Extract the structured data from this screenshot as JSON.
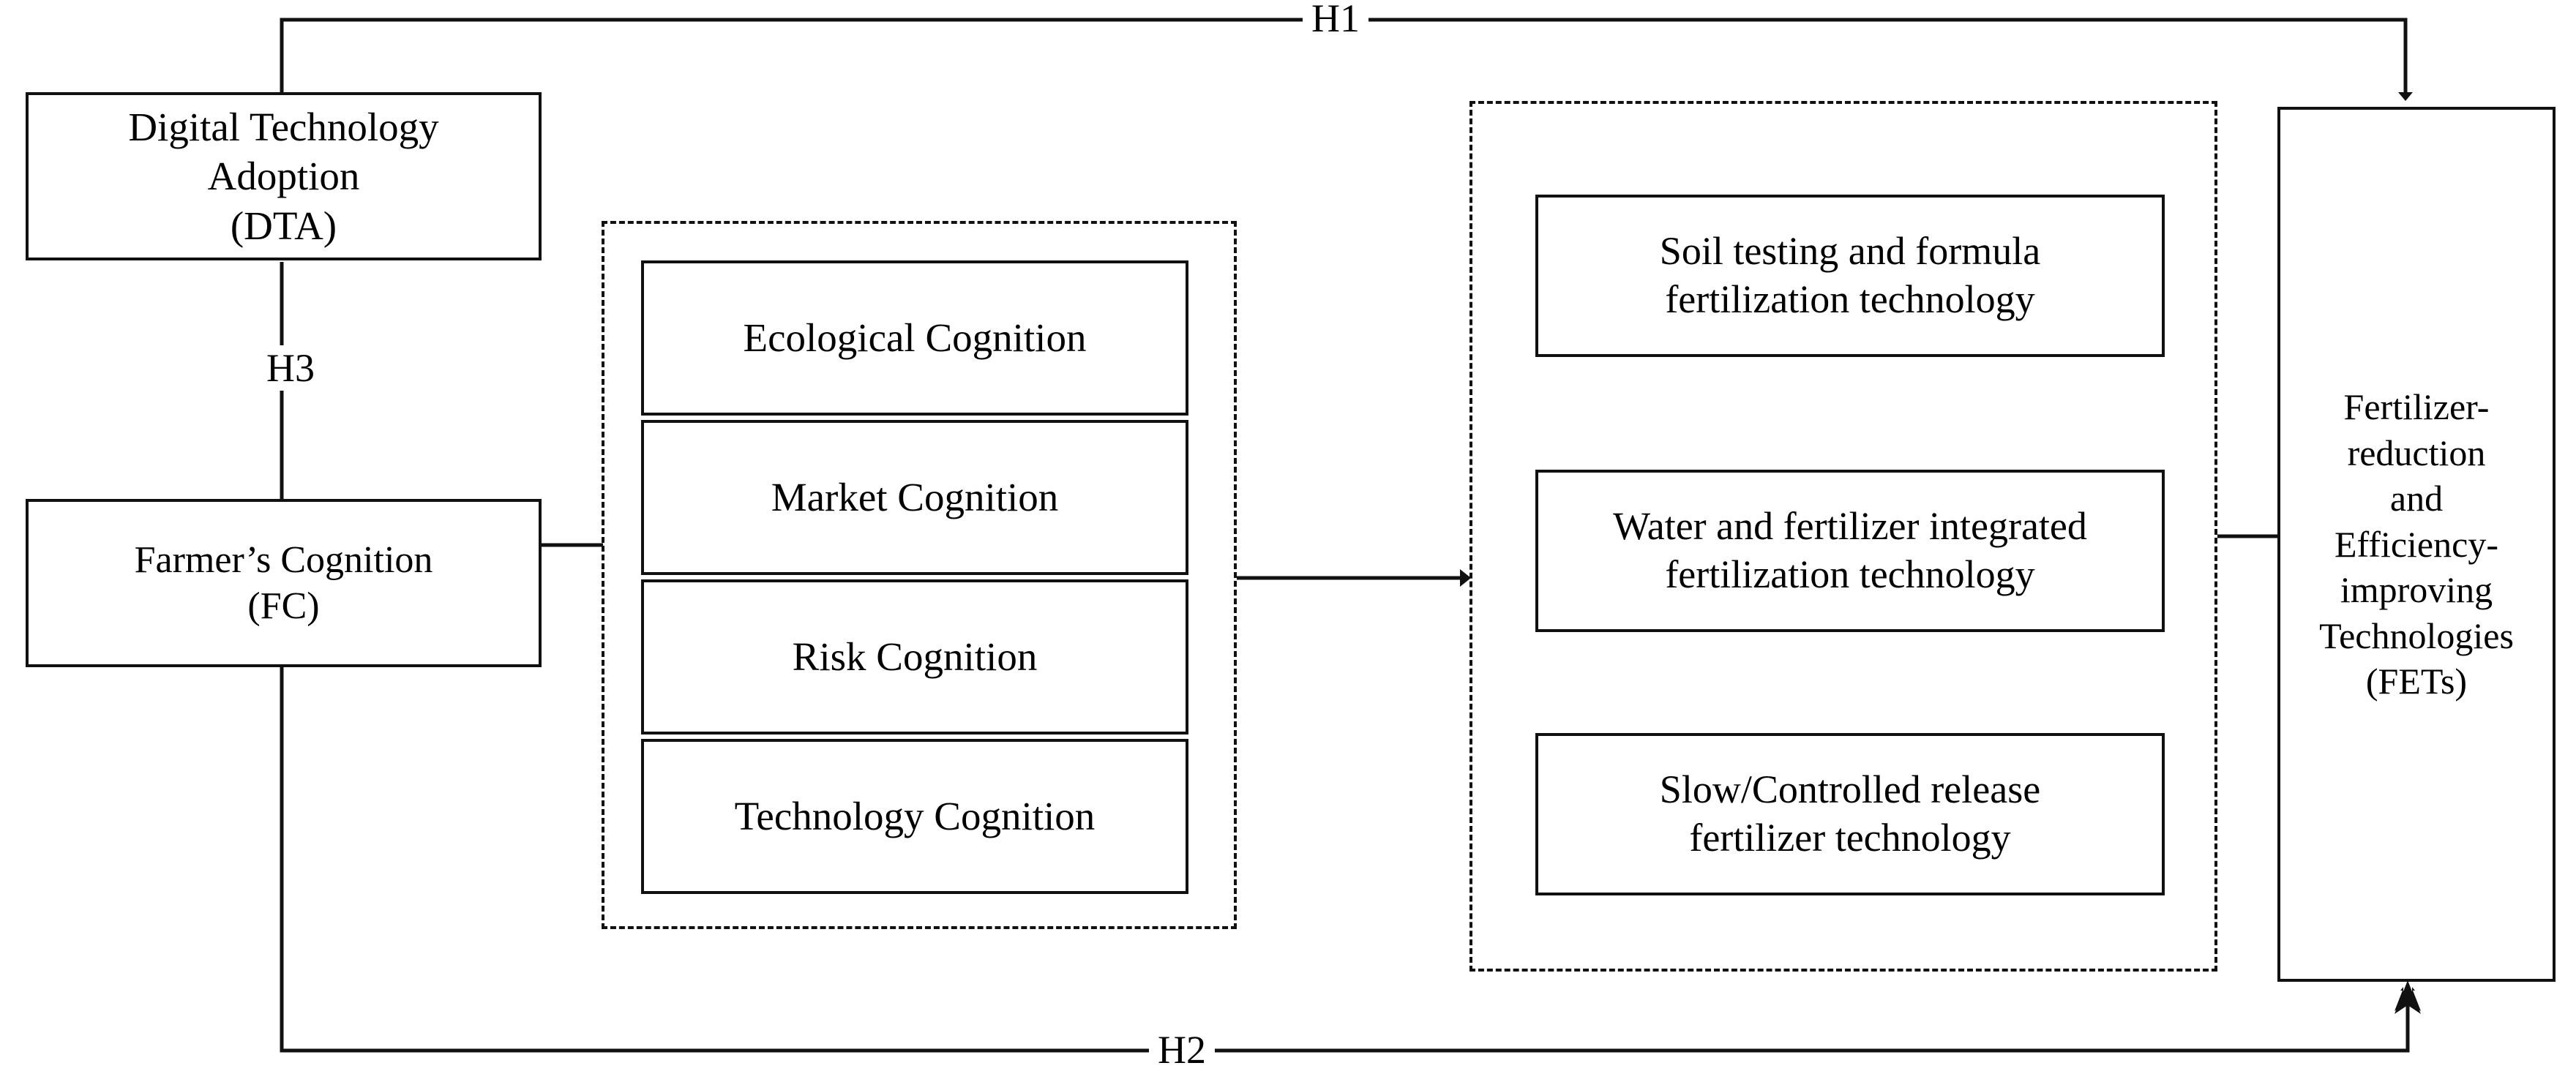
{
  "figure": {
    "kind": "conceptual-framework-diagram",
    "background_color": "#ffffff",
    "line_color": "#111111"
  },
  "nodes": {
    "dta": {
      "label": "Digital Technology Adoption (DTA)",
      "lines": [
        "Digital Technology",
        "Adoption",
        "(DTA)"
      ]
    },
    "fc": {
      "label": "Farmer’s Cognition (FC)",
      "lines": [
        "Farmer’s Cognition",
        "(FC)"
      ]
    },
    "fets": {
      "label": "Fertilizer-reduction and Efficiency-improving Technologies (FETs)",
      "lines": [
        "Fertilizer-",
        "reduction",
        "and",
        "Efficiency-",
        "improving",
        "Technologies",
        "(FETs)"
      ]
    }
  },
  "cognition_group": {
    "name": "farmer-cognition-dimensions",
    "items": [
      {
        "label": "Ecological Cognition"
      },
      {
        "label": "Market Cognition"
      },
      {
        "label": "Risk Cognition"
      },
      {
        "label": "Technology Cognition"
      }
    ]
  },
  "technology_group": {
    "name": "fertilizer-technology-types",
    "items": [
      {
        "lines": [
          "Soil testing and formula",
          "fertilization technology"
        ],
        "label": "Soil testing and formula fertilization technology"
      },
      {
        "lines": [
          "Water and fertilizer integrated",
          "fertilization technology"
        ],
        "label": "Water and fertilizer integrated fertilization technology"
      },
      {
        "lines": [
          "Slow/Controlled release",
          "fertilizer technology"
        ],
        "label": "Slow/Controlled release fertilizer technology"
      }
    ]
  },
  "hypotheses": [
    {
      "id": "H1",
      "label": "H1",
      "from": "dta",
      "to": "fets",
      "route": "top"
    },
    {
      "id": "H2",
      "label": "H2",
      "from": "fc",
      "to": "fets",
      "route": "bottom"
    },
    {
      "id": "H3",
      "label": "H3",
      "from": "dta",
      "to": "fc",
      "route": "vertical"
    }
  ]
}
